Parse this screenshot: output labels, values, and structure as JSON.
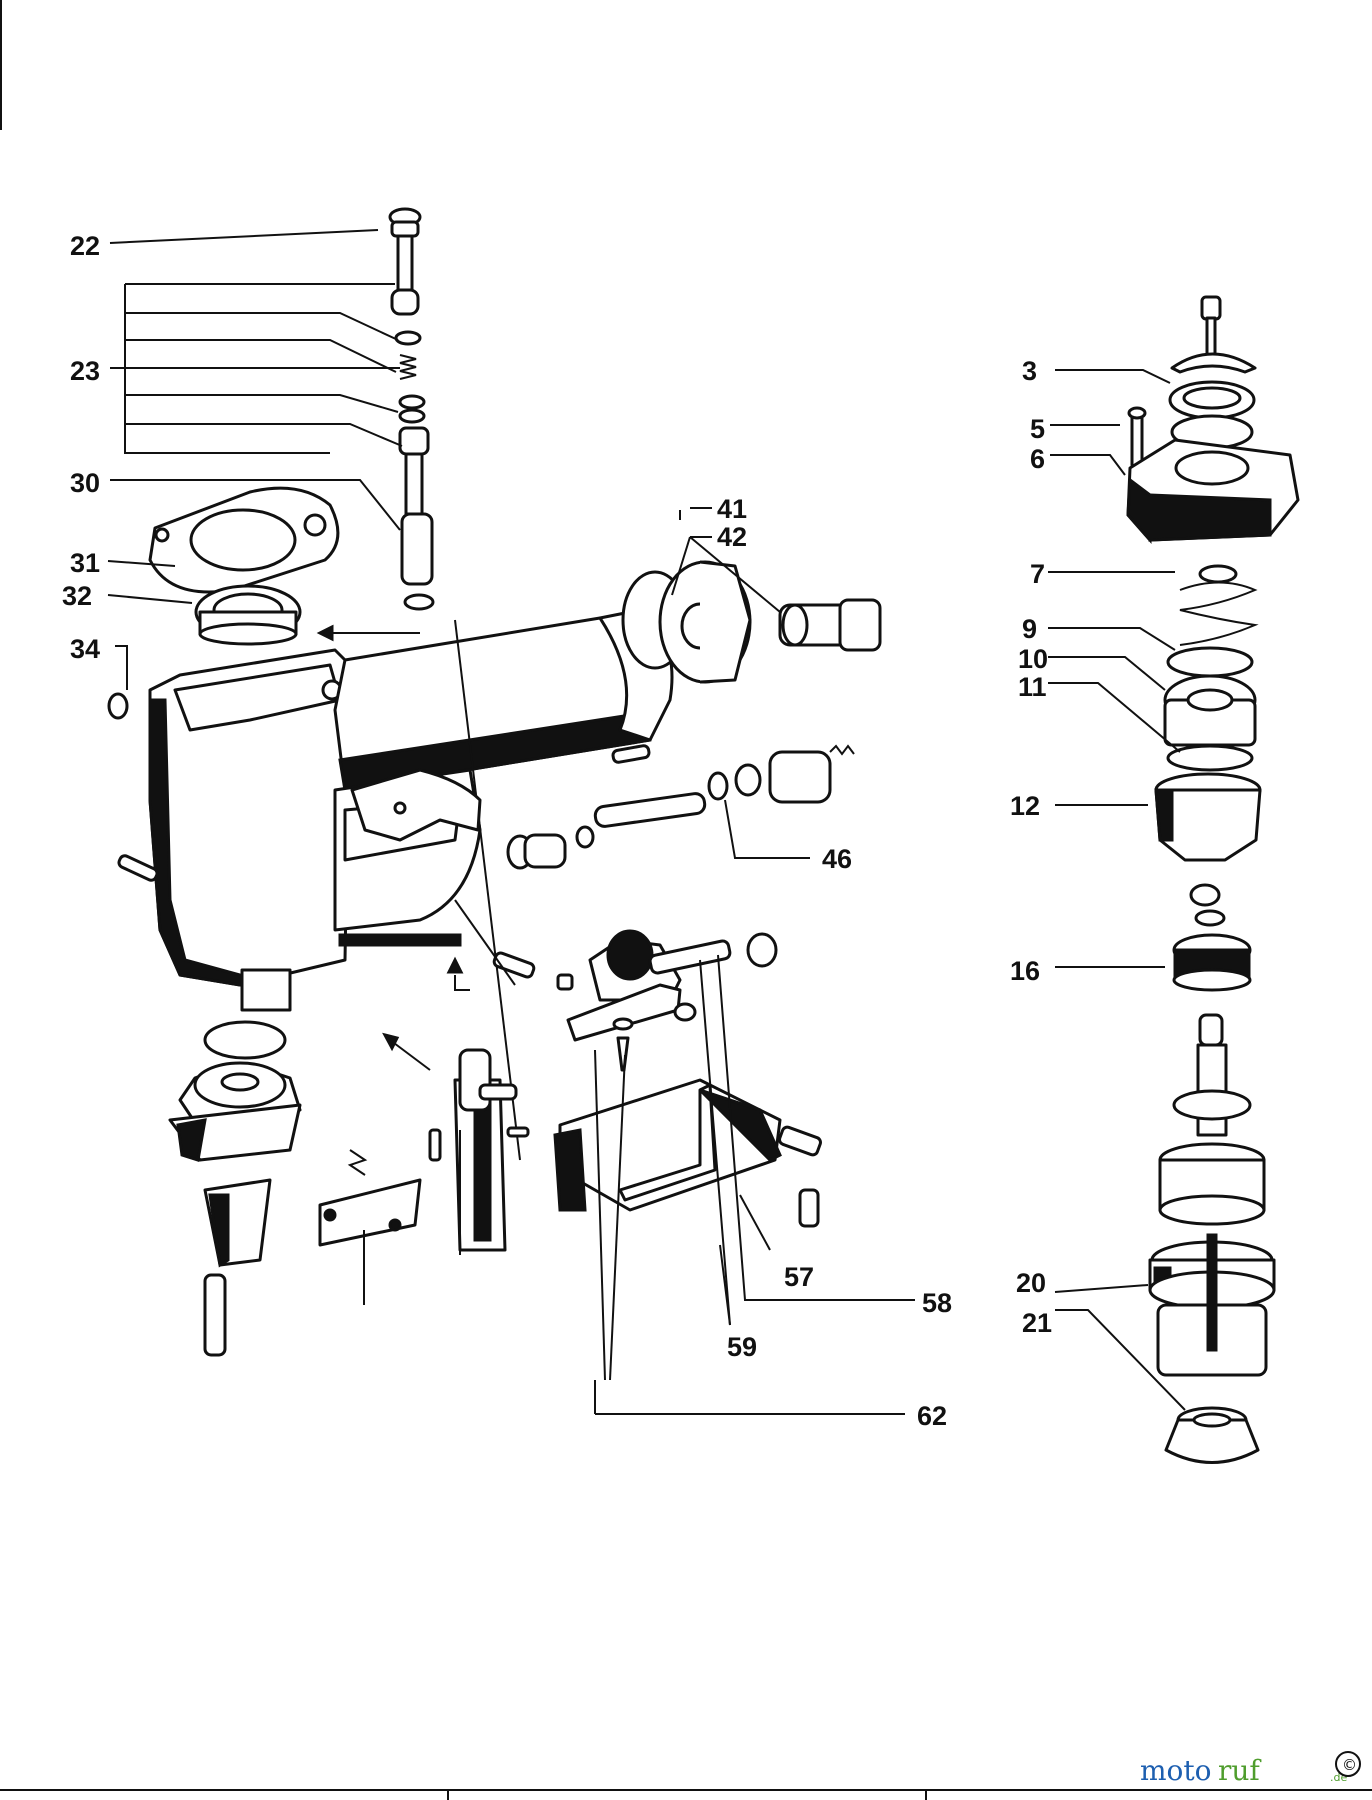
{
  "labels": [
    {
      "id": "22",
      "text": "22"
    },
    {
      "id": "23",
      "text": "23"
    },
    {
      "id": "30",
      "text": "30"
    },
    {
      "id": "31",
      "text": "31"
    },
    {
      "id": "32",
      "text": "32"
    },
    {
      "id": "34",
      "text": "34"
    },
    {
      "id": "41",
      "text": "41"
    },
    {
      "id": "42",
      "text": "42"
    },
    {
      "id": "46",
      "text": "46"
    },
    {
      "id": "57",
      "text": "57"
    },
    {
      "id": "58",
      "text": "58"
    },
    {
      "id": "59",
      "text": "59"
    },
    {
      "id": "62",
      "text": "62"
    },
    {
      "id": "3",
      "text": "3"
    },
    {
      "id": "5",
      "text": "5"
    },
    {
      "id": "6",
      "text": "6"
    },
    {
      "id": "7",
      "text": "7"
    },
    {
      "id": "9",
      "text": "9"
    },
    {
      "id": "10",
      "text": "10"
    },
    {
      "id": "11",
      "text": "11"
    },
    {
      "id": "12",
      "text": "12"
    },
    {
      "id": "16",
      "text": "16"
    },
    {
      "id": "20",
      "text": "20"
    },
    {
      "id": "21",
      "text": "21"
    }
  ],
  "watermark": {
    "part1": "moto",
    "part2": "ruf",
    "suffix": ".de",
    "symbol": "©"
  }
}
